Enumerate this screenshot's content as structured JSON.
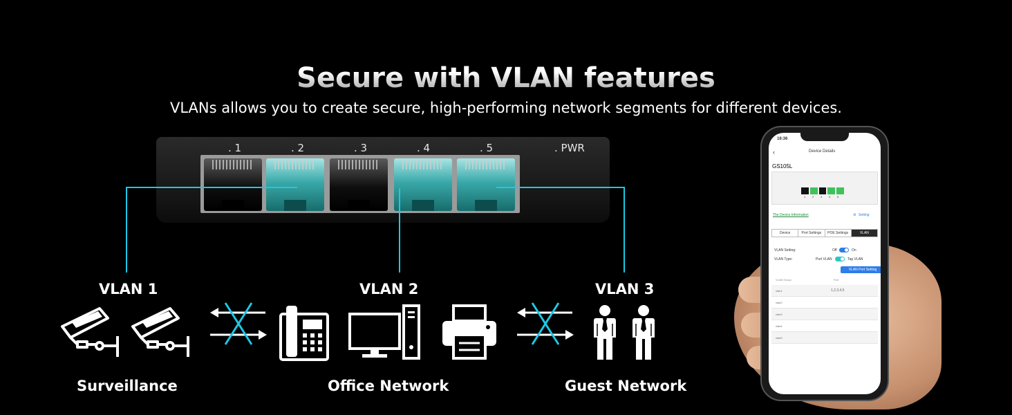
{
  "header": {
    "title": "Secure with VLAN features",
    "subtitle": "VLANs allows you to create secure, high-performing network segments for different devices."
  },
  "switch": {
    "ports": [
      {
        "label": ". 1",
        "color": "black"
      },
      {
        "label": ". 2",
        "color": "teal"
      },
      {
        "label": ". 3",
        "color": "black"
      },
      {
        "label": ". 4",
        "color": "teal"
      },
      {
        "label": ". 5",
        "color": "teal"
      }
    ],
    "power_label": ". PWR"
  },
  "vlans": [
    {
      "label": "VLAN 1",
      "group": "Surveillance",
      "icons": [
        "security-camera-icon",
        "security-camera-icon"
      ]
    },
    {
      "label": "VLAN 2",
      "group": "Office Network",
      "icons": [
        "desk-phone-icon",
        "desktop-computer-icon",
        "printer-icon"
      ]
    },
    {
      "label": "VLAN 3",
      "group": "Guest Network",
      "icons": [
        "person-icon",
        "person-icon"
      ]
    }
  ],
  "separator_icon": "blocked-arrows-icon",
  "colors": {
    "accent": "#1cc9e6",
    "port_teal": "#3aa9a9",
    "background": "#000000"
  },
  "phone": {
    "status_time": "16:36",
    "nav_title": "Device Details",
    "device_name": "GS105L",
    "port_numbers": [
      "1",
      "2",
      "3",
      "4",
      "5"
    ],
    "info_link": "The Device Information",
    "setting_link": "Setting",
    "tabs": [
      "Device",
      "Port Settings",
      "POE Settings",
      "VLAN"
    ],
    "vlan_setting_label": "VLAN Setting:",
    "vlan_setting_off": "Off",
    "vlan_setting_on": "On",
    "vlan_type_label": "VLAN Type:",
    "vlan_type_port": "Port VLAN",
    "vlan_type_tag": "Tag VLAN",
    "port_setting_button": "VLAN Port Setting",
    "table_headers": [
      "VLAN Group",
      "Port"
    ],
    "table_rows": [
      {
        "group": "vlan1",
        "port": "1,2,3,4,5"
      },
      {
        "group": "vlan2",
        "port": ""
      },
      {
        "group": "vlan3",
        "port": ""
      },
      {
        "group": "vlan4",
        "port": ""
      },
      {
        "group": "vlan5",
        "port": ""
      }
    ]
  }
}
